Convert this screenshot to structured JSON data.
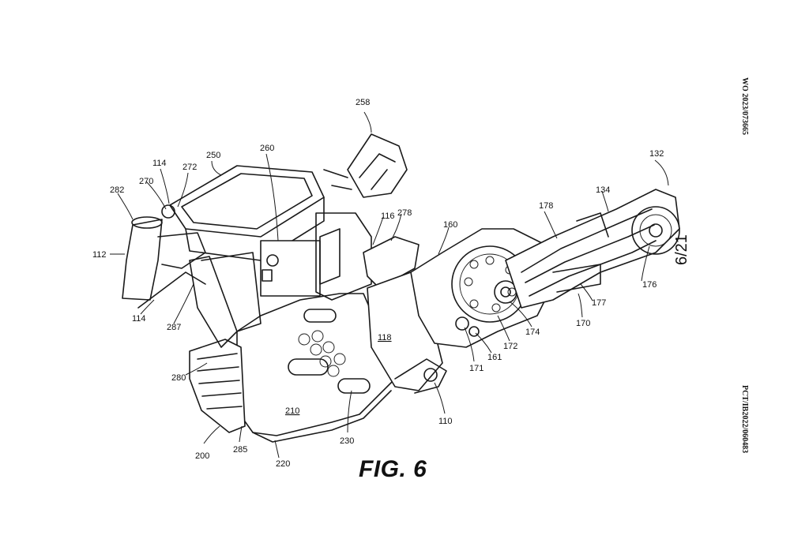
{
  "figure": {
    "label": "FIG. 6",
    "sheet": "6/21"
  },
  "side_text": {
    "publication": "WO 2023/073665",
    "application": "PCT/IB2022/060483"
  },
  "refs": {
    "r258": "258",
    "r132": "132",
    "r260": "260",
    "r250": "250",
    "r114a": "114",
    "r272": "272",
    "r270": "270",
    "r282": "282",
    "r112": "112",
    "r114b": "114",
    "r287": "287",
    "r280": "280",
    "r200": "200",
    "r285": "285",
    "r220": "220",
    "r230": "230",
    "r210": "210",
    "r118": "118",
    "r116": "116",
    "r278": "278",
    "r160": "160",
    "r110": "110",
    "r171": "171",
    "r161": "161",
    "r172": "172",
    "r174": "174",
    "r170": "170",
    "r177": "177",
    "r176": "176",
    "r178": "178",
    "r134": "134"
  }
}
